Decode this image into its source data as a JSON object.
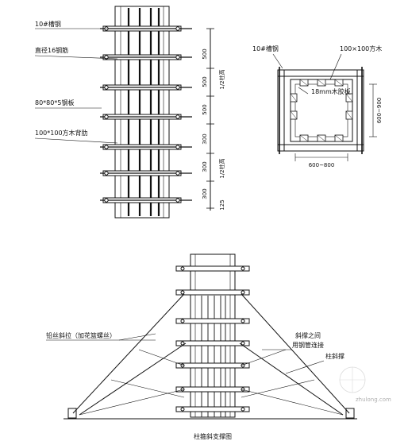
{
  "elevation": {
    "labels": {
      "channel_steel": "10#槽钢",
      "rebar": "直径16钢筋",
      "steel_plate": "80*80*5钢板",
      "timber_rib": "100*100方木背肋"
    },
    "dimensions": [
      "500",
      "500",
      "500",
      "300",
      "300",
      "300",
      "125"
    ],
    "height_notes": [
      "1/2柱高",
      "1/2柱高"
    ]
  },
  "plan": {
    "labels": {
      "channel_steel": "10#槽钢",
      "timber": "100×100方木",
      "plywood": "18mm木胶板"
    },
    "dimensions": {
      "bottom": "600~800",
      "right": "600~900"
    }
  },
  "bracing": {
    "labels": {
      "wire_tie": "铅丝斜拉（加花篮螺丝）",
      "brace_joint_1": "斜撑之间",
      "brace_joint_2": "用钢管连接",
      "column_brace": "柱斜撑"
    },
    "caption": "柱箍斜支撑图"
  },
  "watermark": "zhulong.com"
}
